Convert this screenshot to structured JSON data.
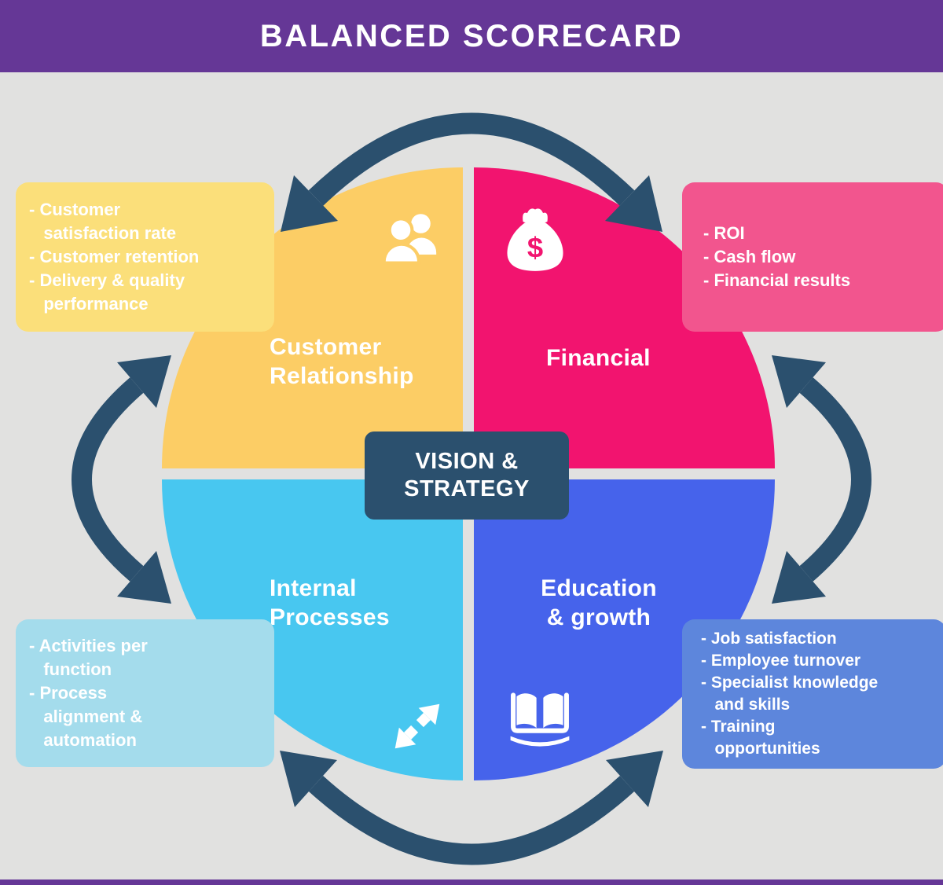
{
  "header": {
    "title": "BALANCED SCORECARD"
  },
  "center": {
    "label": "VISION & STRATEGY",
    "line1": "VISION &",
    "line2": "STRATEGY"
  },
  "quadrants": {
    "customer": {
      "label": "Customer Relationship",
      "line1": "Customer",
      "line2": "Relationship",
      "icon": "people-icon"
    },
    "financial": {
      "label": "Financial",
      "line1": "Financial",
      "line2": "",
      "icon": "money-bag-icon"
    },
    "internal": {
      "label": "Internal Processes",
      "line1": "Internal",
      "line2": "Processes",
      "icon": "double-arrow-icon"
    },
    "education": {
      "label": "Education & growth",
      "line1": "Education",
      "line2": "& growth",
      "icon": "open-book-icon"
    }
  },
  "callouts": {
    "customer": {
      "lines": [
        "- Customer",
        "   satisfaction rate",
        "- Customer retention",
        "- Delivery & quality",
        "   performance"
      ]
    },
    "financial": {
      "lines": [
        "- ROI",
        "- Cash flow",
        "- Financial results"
      ]
    },
    "internal": {
      "lines": [
        "- Activities per",
        "   function",
        "- Process",
        "   alignment &",
        "   automation"
      ]
    },
    "education": {
      "lines": [
        "- Job satisfaction",
        "- Employee turnover",
        "- Specialist knowledge",
        "   and skills",
        "- Training",
        "   opportunities"
      ]
    }
  },
  "icon_glyphs": {
    "dollar": "$"
  },
  "colors": {
    "purple": "#653796",
    "bg": "#E1E1E0",
    "navy": "#2B506E",
    "yellow": "#FCCD65",
    "yellow_light": "#FBDF7A",
    "pink": "#F2146F",
    "pink_light": "#F2558E",
    "cyan": "#48C7F0",
    "cyan_light": "#A4DCEC",
    "blue": "#4663EB",
    "blue_light": "#5D86DC",
    "text": "#FFFFFF"
  }
}
